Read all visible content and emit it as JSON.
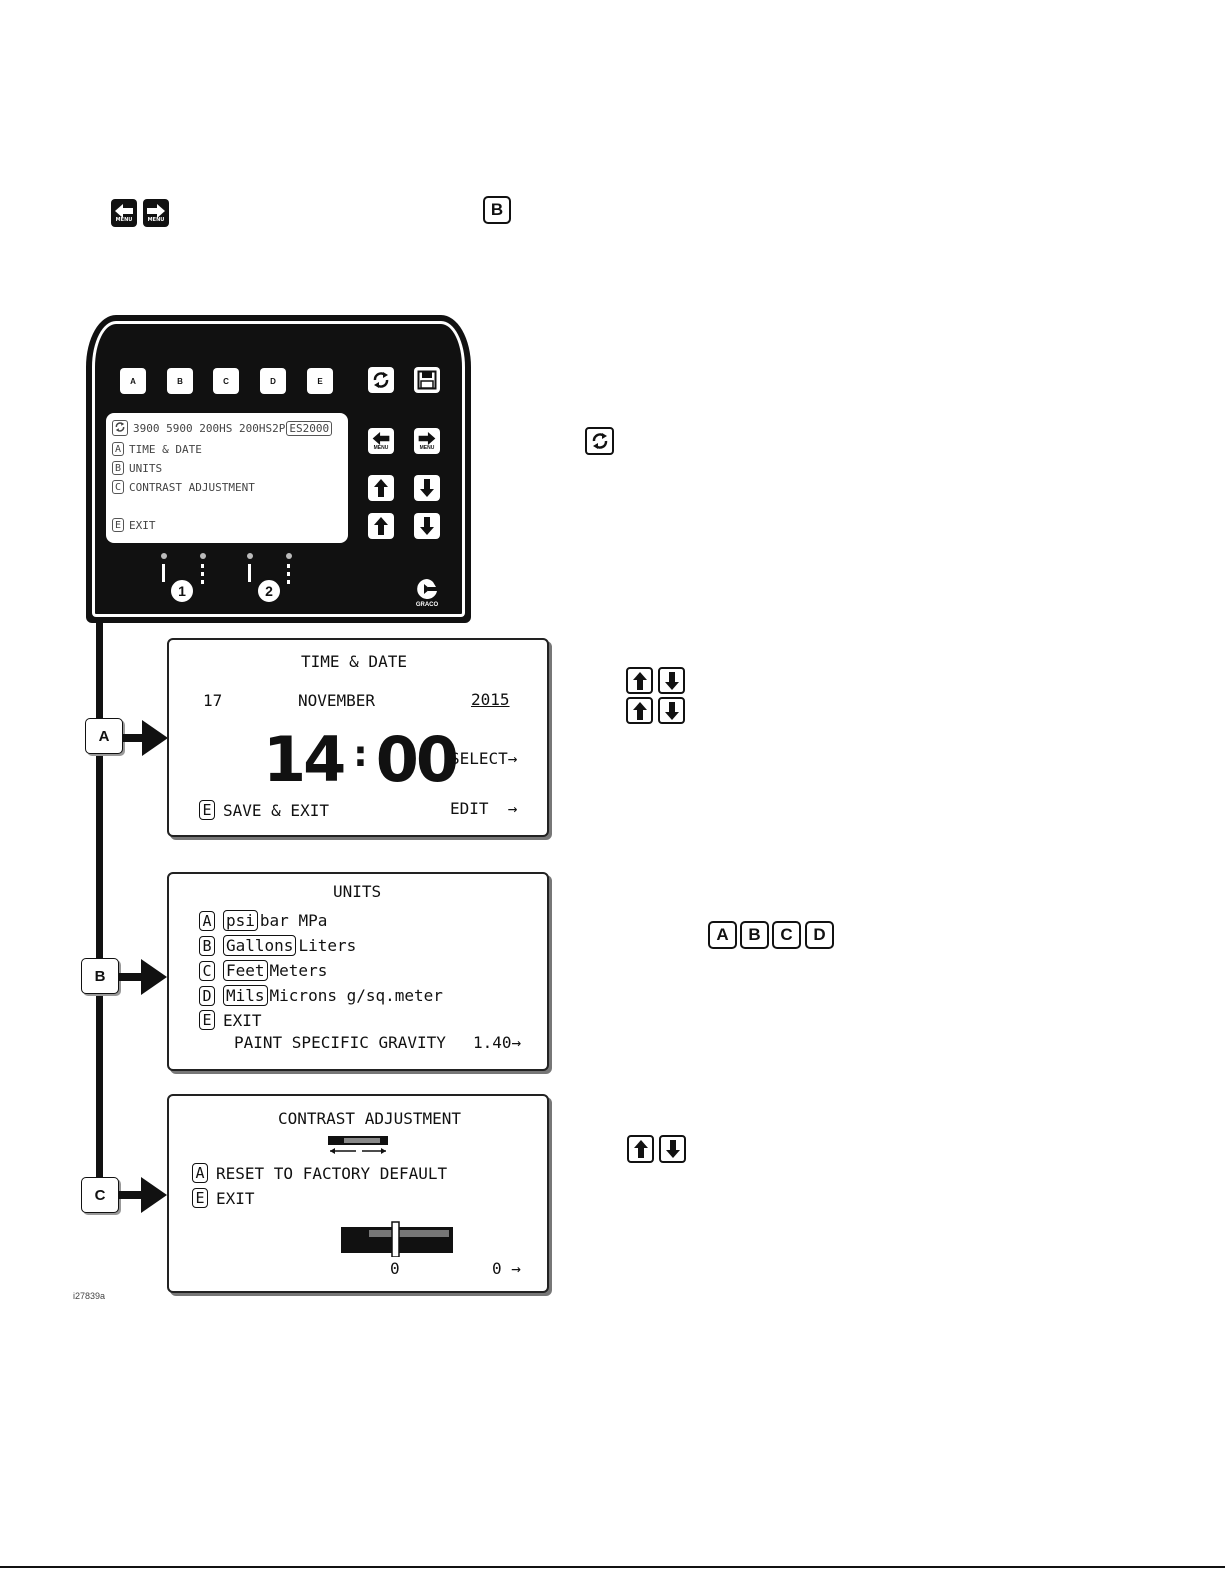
{
  "panel": {
    "top_keys": [
      "A",
      "B",
      "C",
      "D",
      "E"
    ],
    "menu_key_label": "MENU",
    "brand": "GRACO",
    "channels": [
      "1",
      "2"
    ],
    "lcd": {
      "header": "3900 5900 200HS 200HS2P",
      "header_selected": "ES2000",
      "items": [
        {
          "key": "A",
          "label": "TIME & DATE"
        },
        {
          "key": "B",
          "label": "UNITS"
        },
        {
          "key": "C",
          "label": "CONTRAST ADJUSTMENT"
        },
        {
          "key": "E",
          "label": "EXIT"
        }
      ]
    }
  },
  "top_icons": {
    "menu_label": "MENU",
    "b_key": "B"
  },
  "callouts": [
    "A",
    "B",
    "C"
  ],
  "time_date": {
    "title": "TIME & DATE",
    "day": "17",
    "month": "NOVEMBER",
    "year": "2015",
    "hour": "14",
    "minute": "00",
    "select": "SELECT→",
    "save_key": "E",
    "save_label": "SAVE & EXIT",
    "edit": "EDIT  →"
  },
  "units": {
    "title": "UNITS",
    "rows": [
      {
        "key": "A",
        "selected": "psi",
        "rest": "bar MPa"
      },
      {
        "key": "B",
        "selected": "Gallons",
        "rest": "Liters"
      },
      {
        "key": "C",
        "selected": "Feet",
        "rest": "Meters"
      },
      {
        "key": "D",
        "selected": "Mils",
        "rest": "Microns g/sq.meter"
      }
    ],
    "exit_key": "E",
    "exit_label": "EXIT",
    "gravity_label": "PAINT SPECIFIC GRAVITY",
    "gravity_value": "1.40→"
  },
  "contrast": {
    "title": "CONTRAST ADJUSTMENT",
    "reset_key": "A",
    "reset_label": "RESET TO FACTORY DEFAULT",
    "exit_key": "E",
    "exit_label": "EXIT",
    "slider_value": "0",
    "right_value": "0 →"
  },
  "side_keys": [
    "A",
    "B",
    "C",
    "D"
  ],
  "figure_id": "i27839a"
}
